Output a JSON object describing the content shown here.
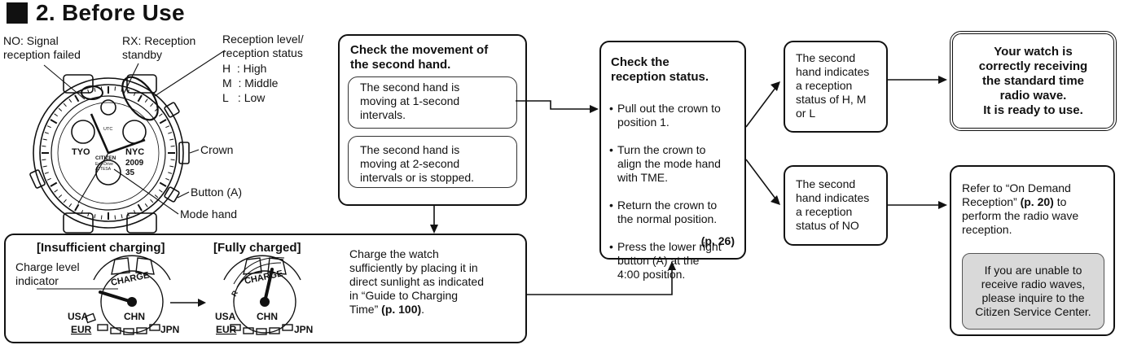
{
  "section": {
    "title": "2. Before Use"
  },
  "watch_labels": {
    "no_label": "NO: Signal\nreception failed",
    "rx_label": "RX: Reception\nstandby",
    "reception_level_title": "Reception level/\nreception status",
    "level_h": "H  : High",
    "level_m": "M  : Middle",
    "level_l": "L   : Low",
    "crown": "Crown",
    "button_a": "Button (A)",
    "mode_hand": "Mode hand",
    "dial_tyo": "TYO",
    "dial_nyc": "NYC",
    "dial_year": "2009",
    "dial_day": "35",
    "dial_brand": "CITIZEN",
    "dial_sub": "Eco-Drive",
    "dial_sub2": "ATTESA",
    "dial_utc": "UTC"
  },
  "movement_box": {
    "title": "Check the movement of\nthe second hand.",
    "option_1s": "The second hand is\nmoving at 1-second\nintervals.",
    "option_2s": "The second hand is\nmoving at 2-second\nintervals or is stopped."
  },
  "charging_box": {
    "insufficient_title": "[Insufficient charging]",
    "fully_title": "[Fully charged]",
    "charge_level_label": "Charge level\nindicator",
    "gauge_charge": "CHARGE",
    "gauge_chn": "CHN",
    "gauge_usa": "USA",
    "gauge_eur": "EUR",
    "gauge_jpn": "JPN",
    "gauge_r": "R",
    "instruction": "Charge the watch\nsufficiently by placing it in\ndirect sunlight as indicated\nin “Guide to Charging\nTime”",
    "instruction_ref": "(p. 100)",
    "instruction_end": "."
  },
  "reception_box": {
    "title": "Check the\nreception status.",
    "steps": [
      "Pull out the crown to\nposition 1.",
      "Turn the crown to\nalign the mode hand\nwith TME.",
      "Return the crown to\nthe normal position.",
      "Press the lower right\nbutton (A) at the\n4:00 position."
    ],
    "page_ref": "(p. 26)"
  },
  "status_hml": {
    "text": "The second\nhand indicates\na reception\nstatus of H, M\nor L"
  },
  "status_no": {
    "text": "The second\nhand indicates\na reception\nstatus of NO"
  },
  "result_ready": {
    "text": "Your watch is\ncorrectly receiving\nthe standard time\nradio wave.\nIt is ready to use."
  },
  "on_demand": {
    "text_1": "Refer to “On Demand\nReception”",
    "ref": "(p. 20)",
    "text_2": "to\nperform the radio wave\nreception.",
    "service_note": "If you are unable to\nreceive radio waves,\nplease inquire to the\nCitizen Service Center."
  },
  "colors": {
    "ink": "#111111",
    "note_fill": "#d9d9d9"
  }
}
